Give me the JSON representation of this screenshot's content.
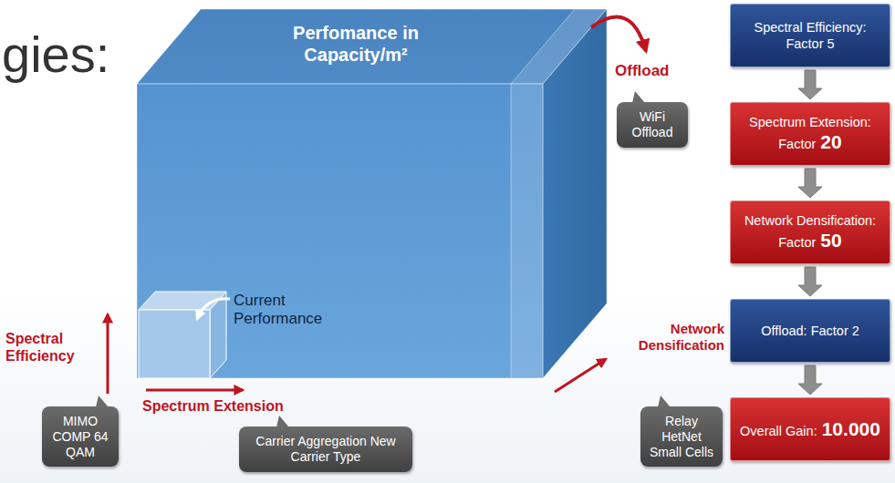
{
  "diagram": {
    "nodes": [
      {
        "text": [
          "Perfomance in Capacity/m²"
        ]
      },
      {
        "text": [
          "WiFi Offload"
        ]
      },
      {
        "text": [
          "MIMO COMP 64 QAM"
        ]
      },
      {
        "text": [
          "Carrier Aggregation New Carrier Type"
        ]
      },
      {
        "text": [
          "Relay HetNet Small Cells"
        ]
      },
      {
        "text": [
          "Spectral Efficiency:",
          "Factor 5"
        ]
      },
      {
        "text": [
          "Spectrum Extension:",
          "Factor",
          "20"
        ]
      },
      {
        "text": [
          "Network Densification:",
          "Factor",
          "50"
        ]
      },
      {
        "text": [
          "Offload: Factor 2"
        ]
      },
      {
        "text": [
          "Overall Gain:",
          "10.000"
        ]
      }
    ],
    "edges": [
      {
        "from": 5,
        "to": 6,
        "arrow": "to"
      },
      {
        "from": 6,
        "to": 7,
        "arrow": "to"
      },
      {
        "from": 7,
        "to": 8,
        "arrow": "to"
      },
      {
        "from": 8,
        "to": 9,
        "arrow": "to"
      }
    ],
    "labels": [
      "gies:",
      "Current Performance",
      "Offload",
      "Spectral Efficiency",
      "Spectrum Extension",
      "Network Densification"
    ]
  }
}
